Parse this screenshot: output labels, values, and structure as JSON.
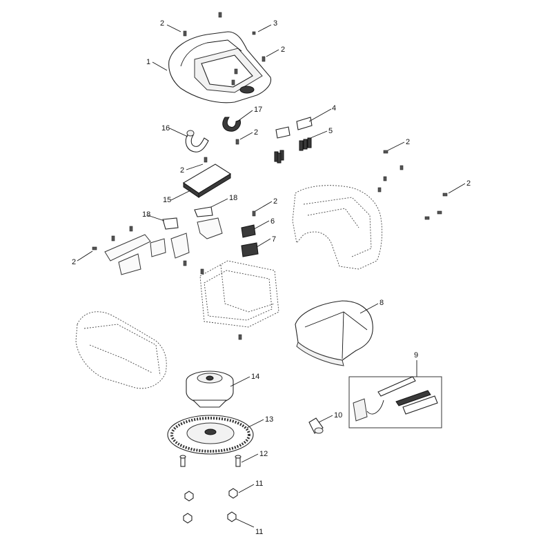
{
  "callouts": {
    "c1": "1",
    "c2a": "2",
    "c2b": "2",
    "c2c": "2",
    "c2d": "2",
    "c2e": "2",
    "c2f": "2",
    "c2g": "2",
    "c2h": "2",
    "c2i": "2",
    "c3": "3",
    "c4": "4",
    "c5": "5",
    "c6": "6",
    "c7": "7",
    "c8": "8",
    "c9": "9",
    "c10": "10",
    "c11a": "11",
    "c11b": "11",
    "c12": "12",
    "c13": "13",
    "c14": "14",
    "c15": "15",
    "c16": "16",
    "c17": "17",
    "c18a": "18",
    "c18b": "18"
  }
}
